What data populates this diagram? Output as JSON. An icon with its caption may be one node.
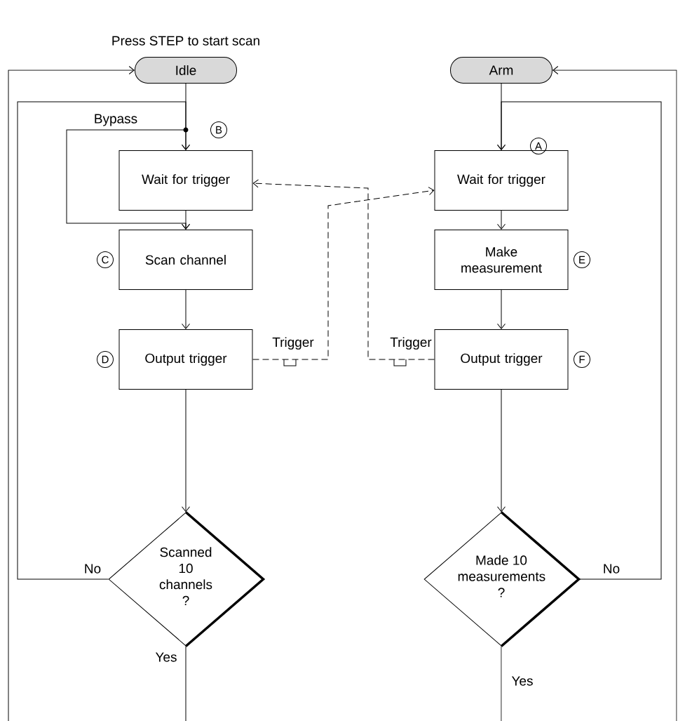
{
  "diagram": {
    "nodes": [
      {
        "text": [
          "Idle"
        ],
        "beside": [
          "Press STEP to start scan"
        ]
      },
      {
        "text": [
          "Arm"
        ]
      },
      {
        "text": [
          "Wait for trigger"
        ]
      },
      {
        "text": [
          "Scan channel"
        ]
      },
      {
        "text": [
          "Output trigger"
        ]
      },
      {
        "text": [
          "Scanned 10 channels ?"
        ]
      },
      {
        "text": [
          "Wait for trigger"
        ]
      },
      {
        "text": [
          "Make measurement"
        ]
      },
      {
        "text": [
          "Output trigger"
        ]
      },
      {
        "text": [
          "Made 10 measurements ?"
        ]
      },
      {
        "text": [],
        "shape": "circle"
      }
    ],
    "edges": [
      {
        "from": 0,
        "to": 10,
        "arrow": "none"
      },
      {
        "from": 10,
        "to": 2,
        "arrow": "to"
      },
      {
        "from": 10,
        "to": 3,
        "arrow": "to",
        "label": "Bypass"
      },
      {
        "from": 2,
        "to": 3,
        "arrow": "to"
      },
      {
        "from": 3,
        "to": 4,
        "arrow": "to"
      },
      {
        "from": 4,
        "to": 5,
        "arrow": "to"
      },
      {
        "from": 5,
        "to": 2,
        "arrow": "to",
        "label": "No"
      },
      {
        "from": 5,
        "to": null,
        "arrow": "none",
        "label": "Yes"
      },
      {
        "from": null,
        "to": 0,
        "arrow": "to"
      },
      {
        "from": 1,
        "to": 6,
        "arrow": "to"
      },
      {
        "from": 6,
        "to": 7,
        "arrow": "to"
      },
      {
        "from": 7,
        "to": 8,
        "arrow": "to"
      },
      {
        "from": 8,
        "to": 9,
        "arrow": "to"
      },
      {
        "from": 9,
        "to": 6,
        "arrow": "to",
        "label": "No"
      },
      {
        "from": 9,
        "to": null,
        "arrow": "none",
        "label": "Yes"
      },
      {
        "from": null,
        "to": 1,
        "arrow": "to"
      },
      {
        "from": 4,
        "to": 6,
        "arrow": "to",
        "style": "dashed",
        "label": "Trigger"
      },
      {
        "from": 8,
        "to": 2,
        "arrow": "to",
        "style": "dashed",
        "label": "Trigger"
      }
    ],
    "labels": [
      "B",
      "A",
      "C",
      "E",
      "D",
      "F"
    ]
  }
}
